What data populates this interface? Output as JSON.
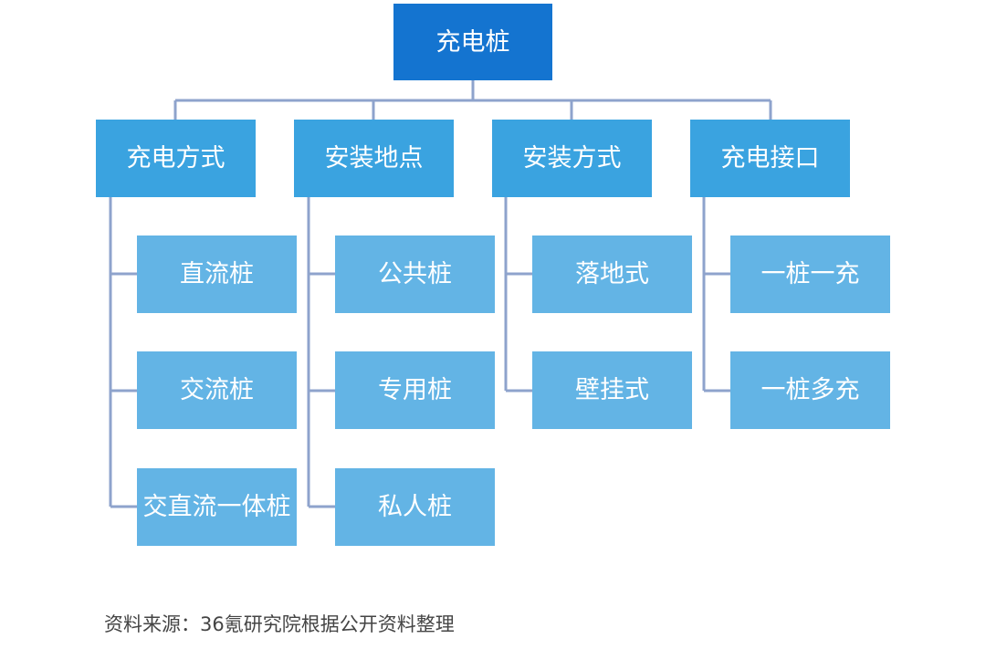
{
  "root": {
    "label": "充电桩"
  },
  "categories": [
    {
      "label": "充电方式",
      "children": [
        "直流桩",
        "交流桩",
        "交直流一体桩"
      ]
    },
    {
      "label": "安装地点",
      "children": [
        "公共桩",
        "专用桩",
        "私人桩"
      ]
    },
    {
      "label": "安装方式",
      "children": [
        "落地式",
        "壁挂式"
      ]
    },
    {
      "label": "充电接口",
      "children": [
        "一桩一充",
        "一桩多充"
      ]
    }
  ],
  "source": "资料来源：36氪研究院根据公开资料整理",
  "colors": {
    "root": "#1474d0",
    "category": "#3aa3e0",
    "leaf": "#63b4e5",
    "connector": "#8ea3cc"
  }
}
